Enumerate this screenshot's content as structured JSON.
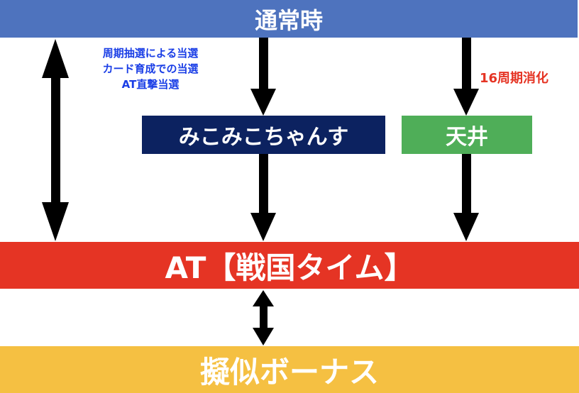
{
  "nodes": {
    "normal": "通常時",
    "mikomiko": "みこみこちゃんす",
    "tenjo": "天井",
    "at": "AT【戦国タイム】",
    "bonus": "擬似ボーナス"
  },
  "labels": {
    "routes": [
      "周期抽選による当選",
      "カード育成での当選",
      "AT直撃当選"
    ],
    "ceiling": "16周期消化"
  },
  "colors": {
    "normal": "#4e73be",
    "mikomiko": "#0c2260",
    "tenjo": "#4fae58",
    "at": "#e53424",
    "bonus": "#f5c042",
    "routes_text": "#1a3ee6",
    "ceiling_text": "#e53424"
  }
}
